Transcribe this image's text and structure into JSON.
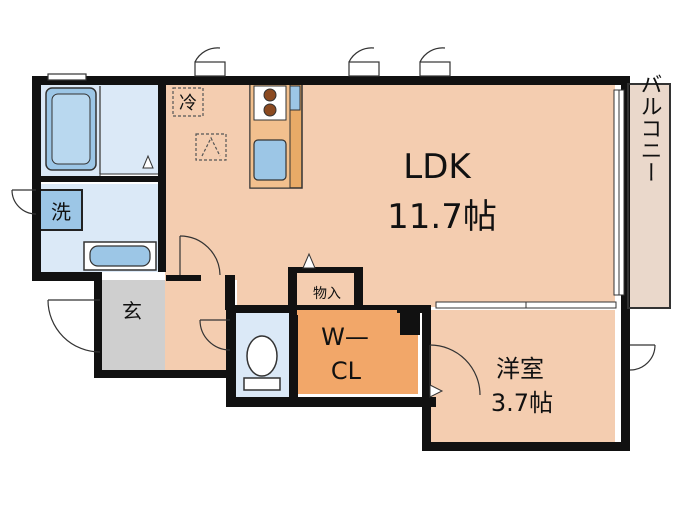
{
  "rooms": {
    "ldk": {
      "name": "LDK",
      "size": "11.7帖"
    },
    "western_room": {
      "name": "洋室",
      "size": "3.7帖"
    },
    "walk_in_closet": {
      "line1": "W—",
      "line2": "CL"
    },
    "storage": {
      "label": "物入"
    },
    "balcony": {
      "label": "バルコニー"
    },
    "entrance": {
      "label": "玄"
    },
    "laundry": {
      "label": "洗"
    },
    "fridge": {
      "label": "冷"
    }
  },
  "colors": {
    "wall": "#111111",
    "room_floor": "#f4cdb0",
    "closet_floor": "#f2a769",
    "wet_area": "#dbe9f7",
    "fixture_blue": "#9cc6e6",
    "kitchen_counter": "#e9ab67",
    "balcony_floor": "#ead8cb",
    "entrance_floor": "#cfcfcf"
  }
}
